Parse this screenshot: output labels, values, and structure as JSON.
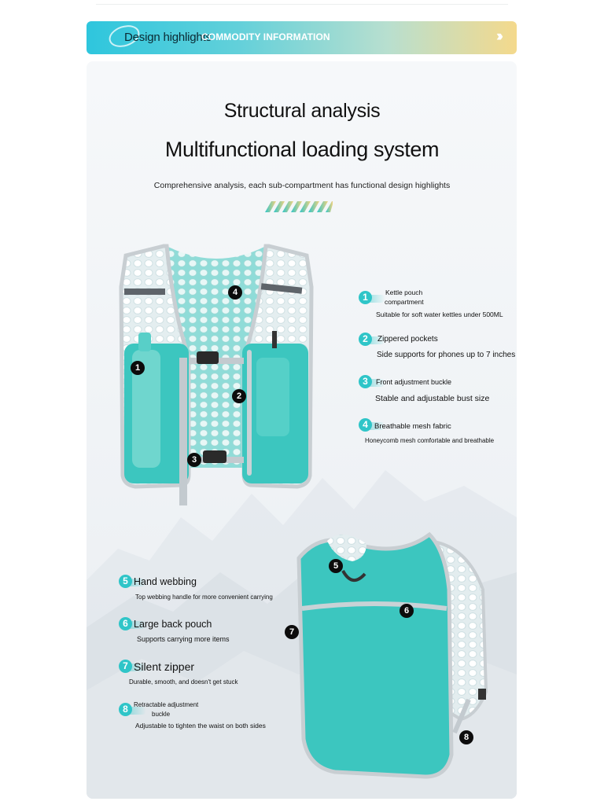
{
  "banner": {
    "title": "Design highlights",
    "subtitle": "COMMODITY INFORMATION",
    "arrow_icon": "double-chevron-right-icon"
  },
  "heading": {
    "line1": "Structural analysis",
    "line2": "Multifunctional loading system",
    "caption": "Comprehensive analysis, each sub-compartment has functional design highlights"
  },
  "colors": {
    "accent": "#2fc5c8",
    "vest_teal": "#3cc6bf",
    "marker": "#0c0c0c",
    "banner_start": "#2ec6dd",
    "banner_end": "#f4d98c"
  },
  "features": [
    {
      "num": "1",
      "title_a": "Kettle pouch",
      "title_b": "compartment",
      "desc": "Suitable for soft water kettles under 500ML"
    },
    {
      "num": "2",
      "title": "Zippered pockets",
      "desc": "Side supports for phones up to 7 inches"
    },
    {
      "num": "3",
      "title": "Front adjustment buckle",
      "desc": "Stable and adjustable bust size"
    },
    {
      "num": "4",
      "title": "Breathable mesh fabric",
      "desc": "Honeycomb mesh comfortable and breathable"
    },
    {
      "num": "5",
      "title": "Hand webbing",
      "desc": "Top webbing handle for more convenient carrying"
    },
    {
      "num": "6",
      "title": "Large back pouch",
      "desc": "Supports carrying more items"
    },
    {
      "num": "7",
      "title": "Silent zipper",
      "desc": "Durable, smooth, and doesn't get stuck"
    },
    {
      "num": "8",
      "title_a": "Retractable adjustment",
      "title_b": "buckle",
      "desc": "Adjustable to tighten the waist on both sides"
    }
  ],
  "markers": {
    "front": [
      "4",
      "1",
      "2",
      "3"
    ],
    "back": [
      "5",
      "6",
      "7",
      "8"
    ]
  }
}
